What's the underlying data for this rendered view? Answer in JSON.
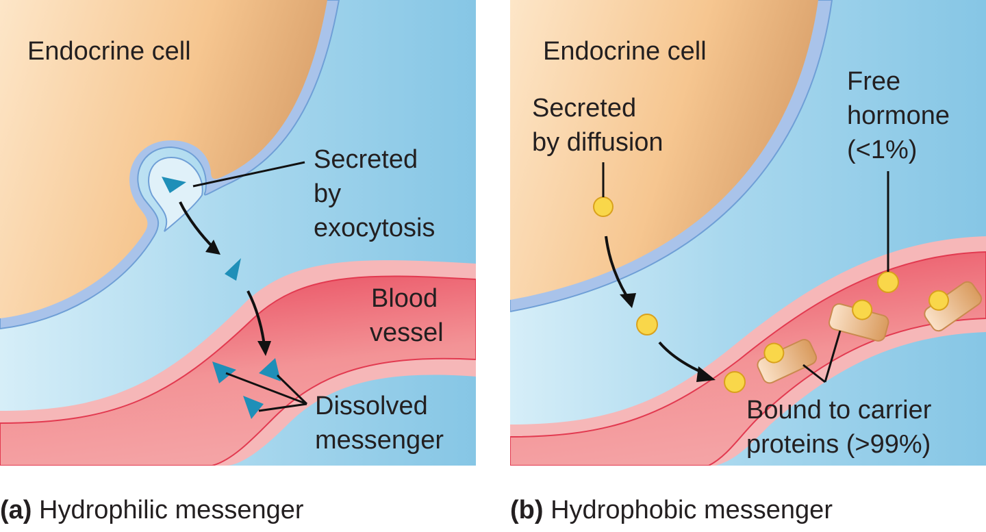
{
  "figure": {
    "panels": [
      {
        "id": "a",
        "caption_letter": "(a)",
        "caption_text": "Hydrophilic messenger",
        "labels": {
          "cell": "Endocrine cell",
          "secretion": [
            "Secreted",
            "by",
            "exocytosis"
          ],
          "vessel": [
            "Blood",
            "vessel"
          ],
          "messenger": [
            "Dissolved",
            "messenger"
          ]
        }
      },
      {
        "id": "b",
        "caption_letter": "(b)",
        "caption_text": "Hydrophobic messenger",
        "labels": {
          "cell": "Endocrine cell",
          "secretion": [
            "Secreted",
            "by diffusion"
          ],
          "free": [
            "Free",
            "hormone",
            "(<1%)"
          ],
          "bound": [
            "Bound to carrier",
            "proteins (>99%)"
          ]
        }
      }
    ],
    "colors": {
      "cell": "#f5c48f",
      "membrane": "#a9c3ea",
      "interstitial": "#8ecbe6",
      "vessel_wall": "#f6b7b8",
      "blood": "#ee5a6c",
      "hydrophilic_messenger": "#1f8fb8",
      "hydrophobic_messenger": "#f9d74a",
      "carrier_protein": "#e9b98a"
    }
  }
}
